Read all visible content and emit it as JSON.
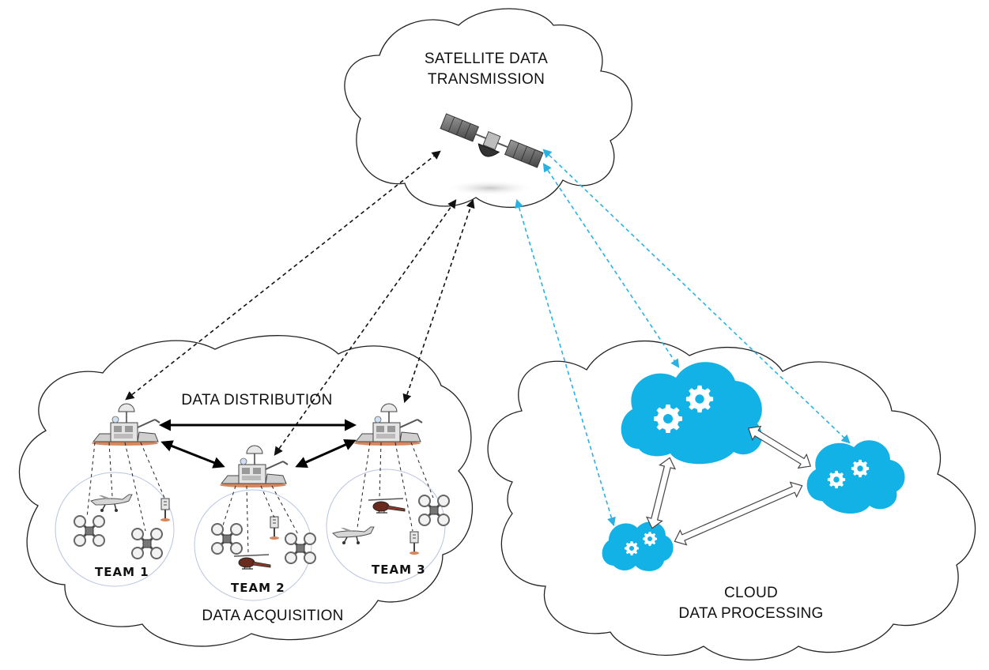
{
  "labels": {
    "satellite_title_line1": "SATELLITE DATA",
    "satellite_title_line2": "TRANSMISSION",
    "data_distribution": "DATA DISTRIBUTION",
    "data_acquisition": "DATA ACQUISITION",
    "cloud_title_line1": "CLOUD",
    "cloud_title_line2": "DATA PROCESSING"
  },
  "teams": [
    {
      "label": "TEAM 1"
    },
    {
      "label": "TEAM 2"
    },
    {
      "label": "TEAM 3"
    }
  ],
  "colors": {
    "outline": "#222222",
    "team_circle": "#b8c4de",
    "satellite_link": "#111111",
    "cloud_link": "#2ab1e4",
    "processing_cloud": "#12b2e6",
    "ground_pad": "#d9865a"
  },
  "icons": [
    "satellite-icon",
    "ground-station-icon",
    "quadcopter-icon",
    "airplane-icon",
    "helicopter-icon",
    "sensor-icon",
    "gear-icon"
  ]
}
